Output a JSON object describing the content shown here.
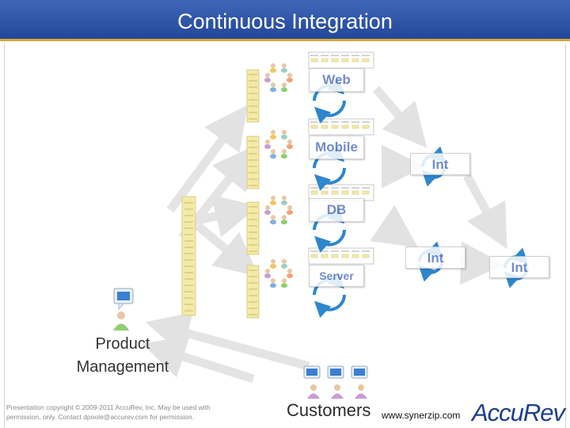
{
  "title": "Continuous Integration",
  "streams": [
    {
      "label": "Web"
    },
    {
      "label": "Mobile"
    },
    {
      "label": "DB"
    },
    {
      "label": "Server"
    }
  ],
  "integration_labels": [
    "Int",
    "Int",
    "Int"
  ],
  "product_management": "Product Management",
  "customers": "Customers",
  "website": "www.synerzip.com",
  "copyright": "Presentation copyright © 2009-2011 AccuRev, Inc. May be used with permission, only. Contact dpoole@accurev.com for permission.",
  "logo": "AccuRev",
  "colors": {
    "title_bar": "#2f55a8",
    "loop": "#2e86cf",
    "arrow": "#e3e3e3",
    "backlog": "#f3e9a6"
  }
}
